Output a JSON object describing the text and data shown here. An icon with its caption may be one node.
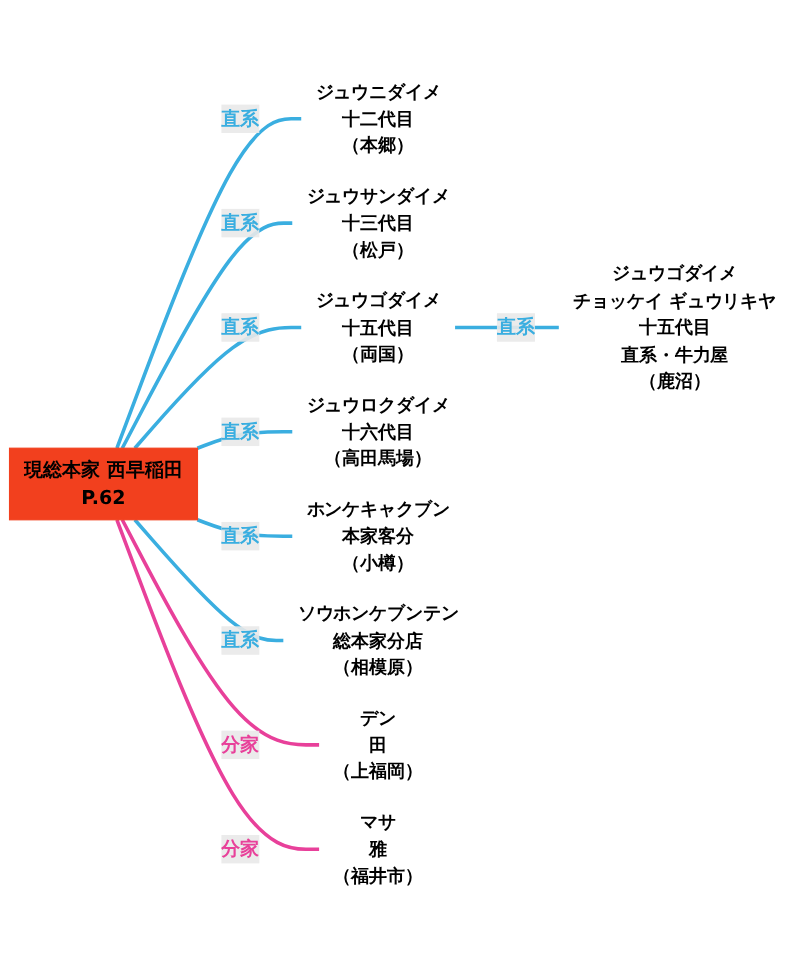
{
  "diagram": {
    "nodes": [
      {
        "text": [
          "現総本家 西早稲田",
          "P.62"
        ]
      },
      {
        "text": [
          "ジュウニダイメ",
          "十二代目",
          "（本郷）"
        ]
      },
      {
        "text": [
          "ジュウサンダイメ",
          "十三代目",
          "（松戸）"
        ]
      },
      {
        "text": [
          "ジュウゴダイメ",
          "十五代目",
          "（両国）"
        ]
      },
      {
        "text": [
          "ジュウロクダイメ",
          "十六代目",
          "（高田馬場）"
        ]
      },
      {
        "text": [
          "ホンケキャクブン",
          "本家客分",
          "（小樽）"
        ]
      },
      {
        "text": [
          "ソウホンケブンテン",
          "総本家分店",
          "（相模原）"
        ]
      },
      {
        "text": [
          "デン",
          "田",
          "（上福岡）"
        ]
      },
      {
        "text": [
          "マサ",
          "雅",
          "（福井市）"
        ]
      },
      {
        "text": [
          "ジュウゴダイメ",
          "チョッケイ ギュウリキヤ",
          "十五代目",
          "直系・牛力屋",
          "（鹿沼）"
        ]
      }
    ],
    "edges": [
      {
        "from": 0,
        "to": 1,
        "arrow": "none",
        "label": "直系"
      },
      {
        "from": 0,
        "to": 2,
        "arrow": "none",
        "label": "直系"
      },
      {
        "from": 0,
        "to": 3,
        "arrow": "none",
        "label": "直系"
      },
      {
        "from": 0,
        "to": 4,
        "arrow": "none",
        "label": "直系"
      },
      {
        "from": 0,
        "to": 5,
        "arrow": "none",
        "label": "直系"
      },
      {
        "from": 0,
        "to": 6,
        "arrow": "none",
        "label": "直系"
      },
      {
        "from": 0,
        "to": 7,
        "arrow": "none",
        "label": "分家",
        "color": "#e8409a"
      },
      {
        "from": 0,
        "to": 8,
        "arrow": "none",
        "label": "分家",
        "color": "#e8409a"
      },
      {
        "from": 3,
        "to": 9,
        "arrow": "none",
        "label": "直系"
      }
    ]
  }
}
